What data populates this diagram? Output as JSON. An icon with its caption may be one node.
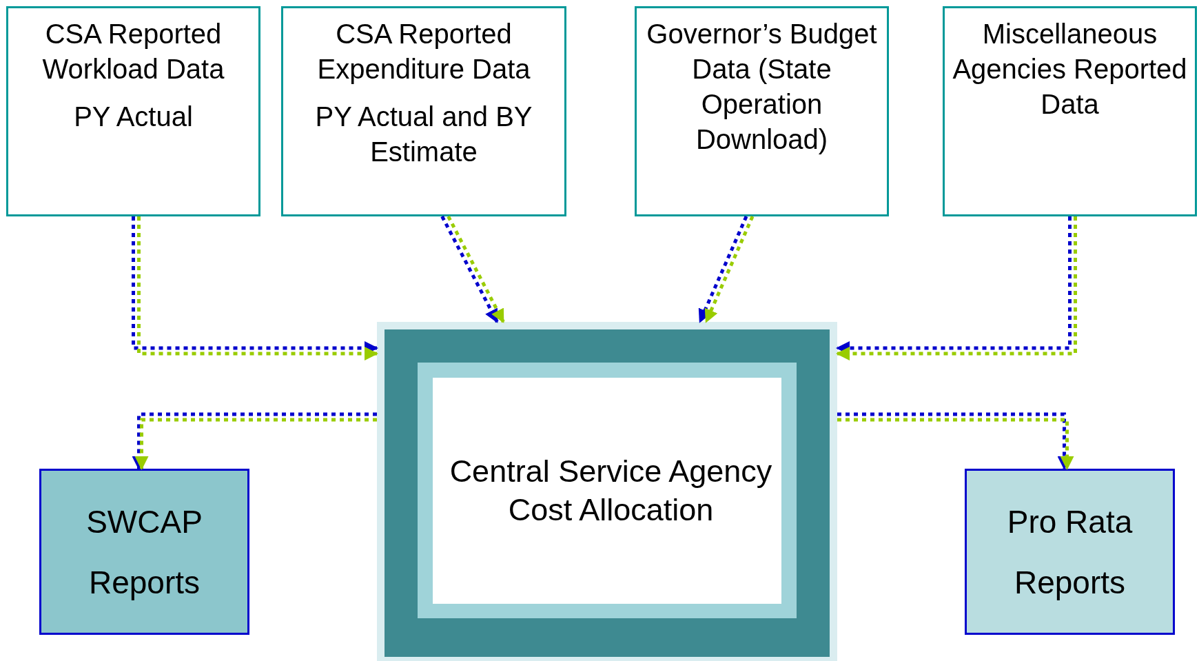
{
  "diagram": {
    "nodes": [
      {
        "text": [
          "CSA Reported Workload Data",
          "PY Actual"
        ]
      },
      {
        "text": [
          "CSA Reported Expenditure Data",
          "PY Actual and BY Estimate"
        ]
      },
      {
        "text": [
          "Governor’s Budget Data (State Operation Download)"
        ]
      },
      {
        "text": [
          "Miscellaneous Agencies Reported Data"
        ]
      },
      {
        "text": [
          "Central Service Agency Cost Allocation"
        ]
      },
      {
        "text": [
          "SWCAP",
          "Reports"
        ]
      },
      {
        "text": [
          "Pro Rata",
          "Reports"
        ]
      }
    ],
    "edges": [
      {
        "from": 0,
        "to": 4,
        "arrow": "to",
        "style": "dashed",
        "color": "#0000cc"
      },
      {
        "from": 0,
        "to": 4,
        "arrow": "to",
        "style": "dashed",
        "color": "#99cc00"
      },
      {
        "from": 1,
        "to": 4,
        "arrow": "to",
        "style": "dashed",
        "color": "#0000cc"
      },
      {
        "from": 1,
        "to": 4,
        "arrow": "to",
        "style": "dashed",
        "color": "#99cc00"
      },
      {
        "from": 2,
        "to": 4,
        "arrow": "to",
        "style": "dashed",
        "color": "#0000cc"
      },
      {
        "from": 2,
        "to": 4,
        "arrow": "to",
        "style": "dashed",
        "color": "#99cc00"
      },
      {
        "from": 3,
        "to": 4,
        "arrow": "to",
        "style": "dashed",
        "color": "#0000cc"
      },
      {
        "from": 3,
        "to": 4,
        "arrow": "to",
        "style": "dashed",
        "color": "#99cc00"
      },
      {
        "from": 4,
        "to": 5,
        "arrow": "to",
        "style": "dashed",
        "color": "#0000cc"
      },
      {
        "from": 4,
        "to": 5,
        "arrow": "to",
        "style": "dashed",
        "color": "#99cc00"
      },
      {
        "from": 4,
        "to": 6,
        "arrow": "to",
        "style": "dashed",
        "color": "#0000cc"
      },
      {
        "from": 4,
        "to": 6,
        "arrow": "to",
        "style": "dashed",
        "color": "#99cc00"
      }
    ]
  }
}
